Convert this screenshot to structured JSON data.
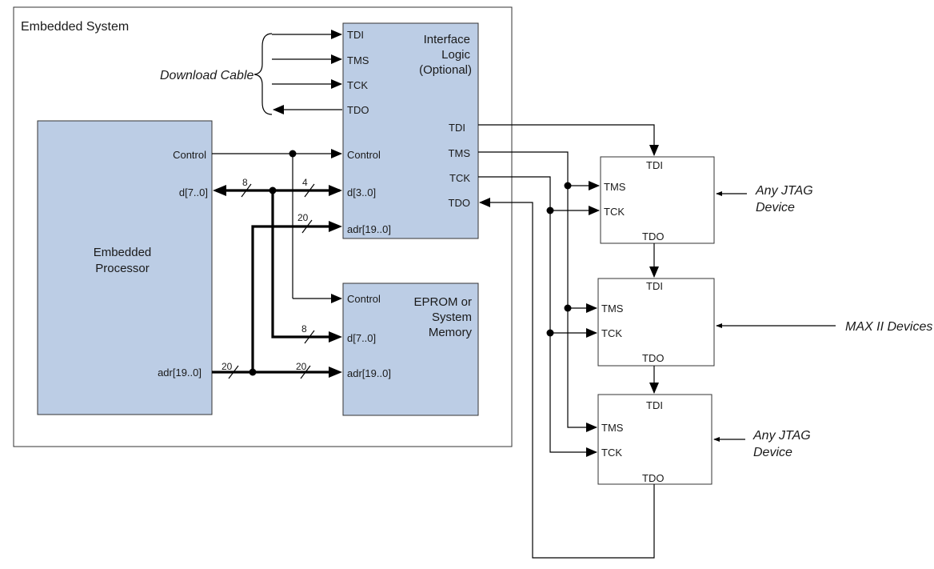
{
  "colors": {
    "block_fill": "#bccde5",
    "line": "#000000",
    "outline": "#333333"
  },
  "embedded_system": {
    "title": "Embedded System",
    "interface_logic": {
      "title_lines": [
        "Interface",
        "Logic",
        "(Optional)"
      ],
      "ports_left": [
        "TDI",
        "TMS",
        "TCK",
        "TDO",
        "Control",
        "d[3..0]",
        "adr[19..0]"
      ],
      "ports_right": [
        "TDI",
        "TMS",
        "TCK",
        "TDO"
      ]
    },
    "processor": {
      "title_lines": [
        "Embedded",
        "Processor"
      ],
      "ports": [
        "Control",
        "d[7..0]",
        "adr[19..0]"
      ]
    },
    "eprom": {
      "title_lines": [
        "EPROM or",
        "System",
        "Memory"
      ],
      "ports": [
        "Control",
        "d[7..0]",
        "adr[19..0]"
      ]
    },
    "download_cable": "Download Cable",
    "bus_widths": {
      "d_proc": "8",
      "d_if": "4",
      "adr_if": "20",
      "d_eprom": "8",
      "adr_proc": "20",
      "adr_eprom": "20"
    }
  },
  "chain": {
    "devices": [
      {
        "pins": [
          "TDI",
          "TMS",
          "TCK",
          "TDO"
        ]
      },
      {
        "pins": [
          "TDI",
          "TMS",
          "TCK",
          "TDO"
        ]
      },
      {
        "pins": [
          "TDI",
          "TMS",
          "TCK",
          "TDO"
        ]
      }
    ],
    "labels": {
      "device1": [
        "Any JTAG",
        "Device"
      ],
      "device2": "MAX II Devices",
      "device3": [
        "Any JTAG",
        "Device"
      ]
    }
  }
}
